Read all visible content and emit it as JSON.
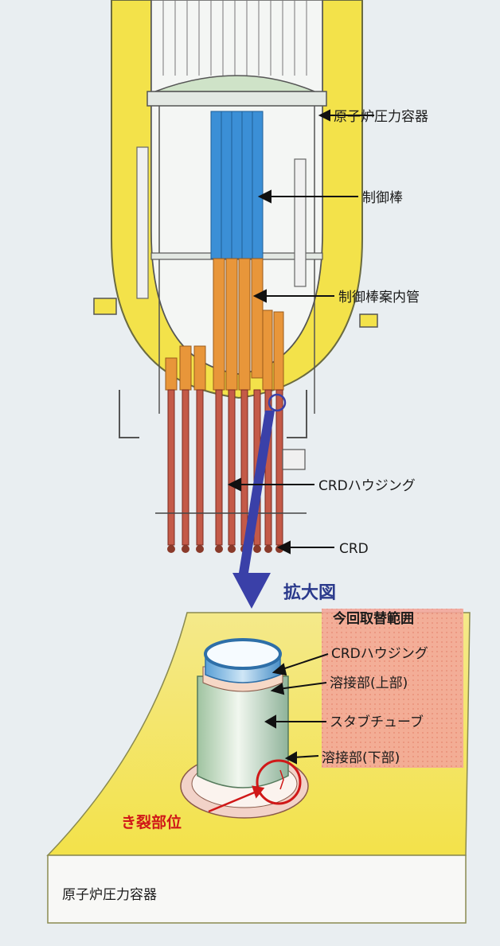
{
  "labels": {
    "rpv_top": "原子炉圧力容器",
    "control_rod": "制御棒",
    "guide_tube": "制御棒案内管",
    "crd_housing_top": "CRDハウジング",
    "crd": "CRD",
    "enlarged_view": "拡大図",
    "replacement_range": "今回取替範囲",
    "crd_housing_detail": "CRDハウジング",
    "weld_upper": "溶接部(上部)",
    "stub_tube": "スタブチューブ",
    "weld_lower": "溶接部(下部)",
    "crack_location": "き裂部位",
    "rpv_bottom": "原子炉圧力容器"
  },
  "colors": {
    "vessel": "#f3e24a",
    "control_rod": "#3b8fd6",
    "guide_tube": "#e8963a",
    "housing": "#c45a48",
    "arrow": "#3a40a8",
    "crack": "#d01818",
    "range": "#f3a79a"
  }
}
